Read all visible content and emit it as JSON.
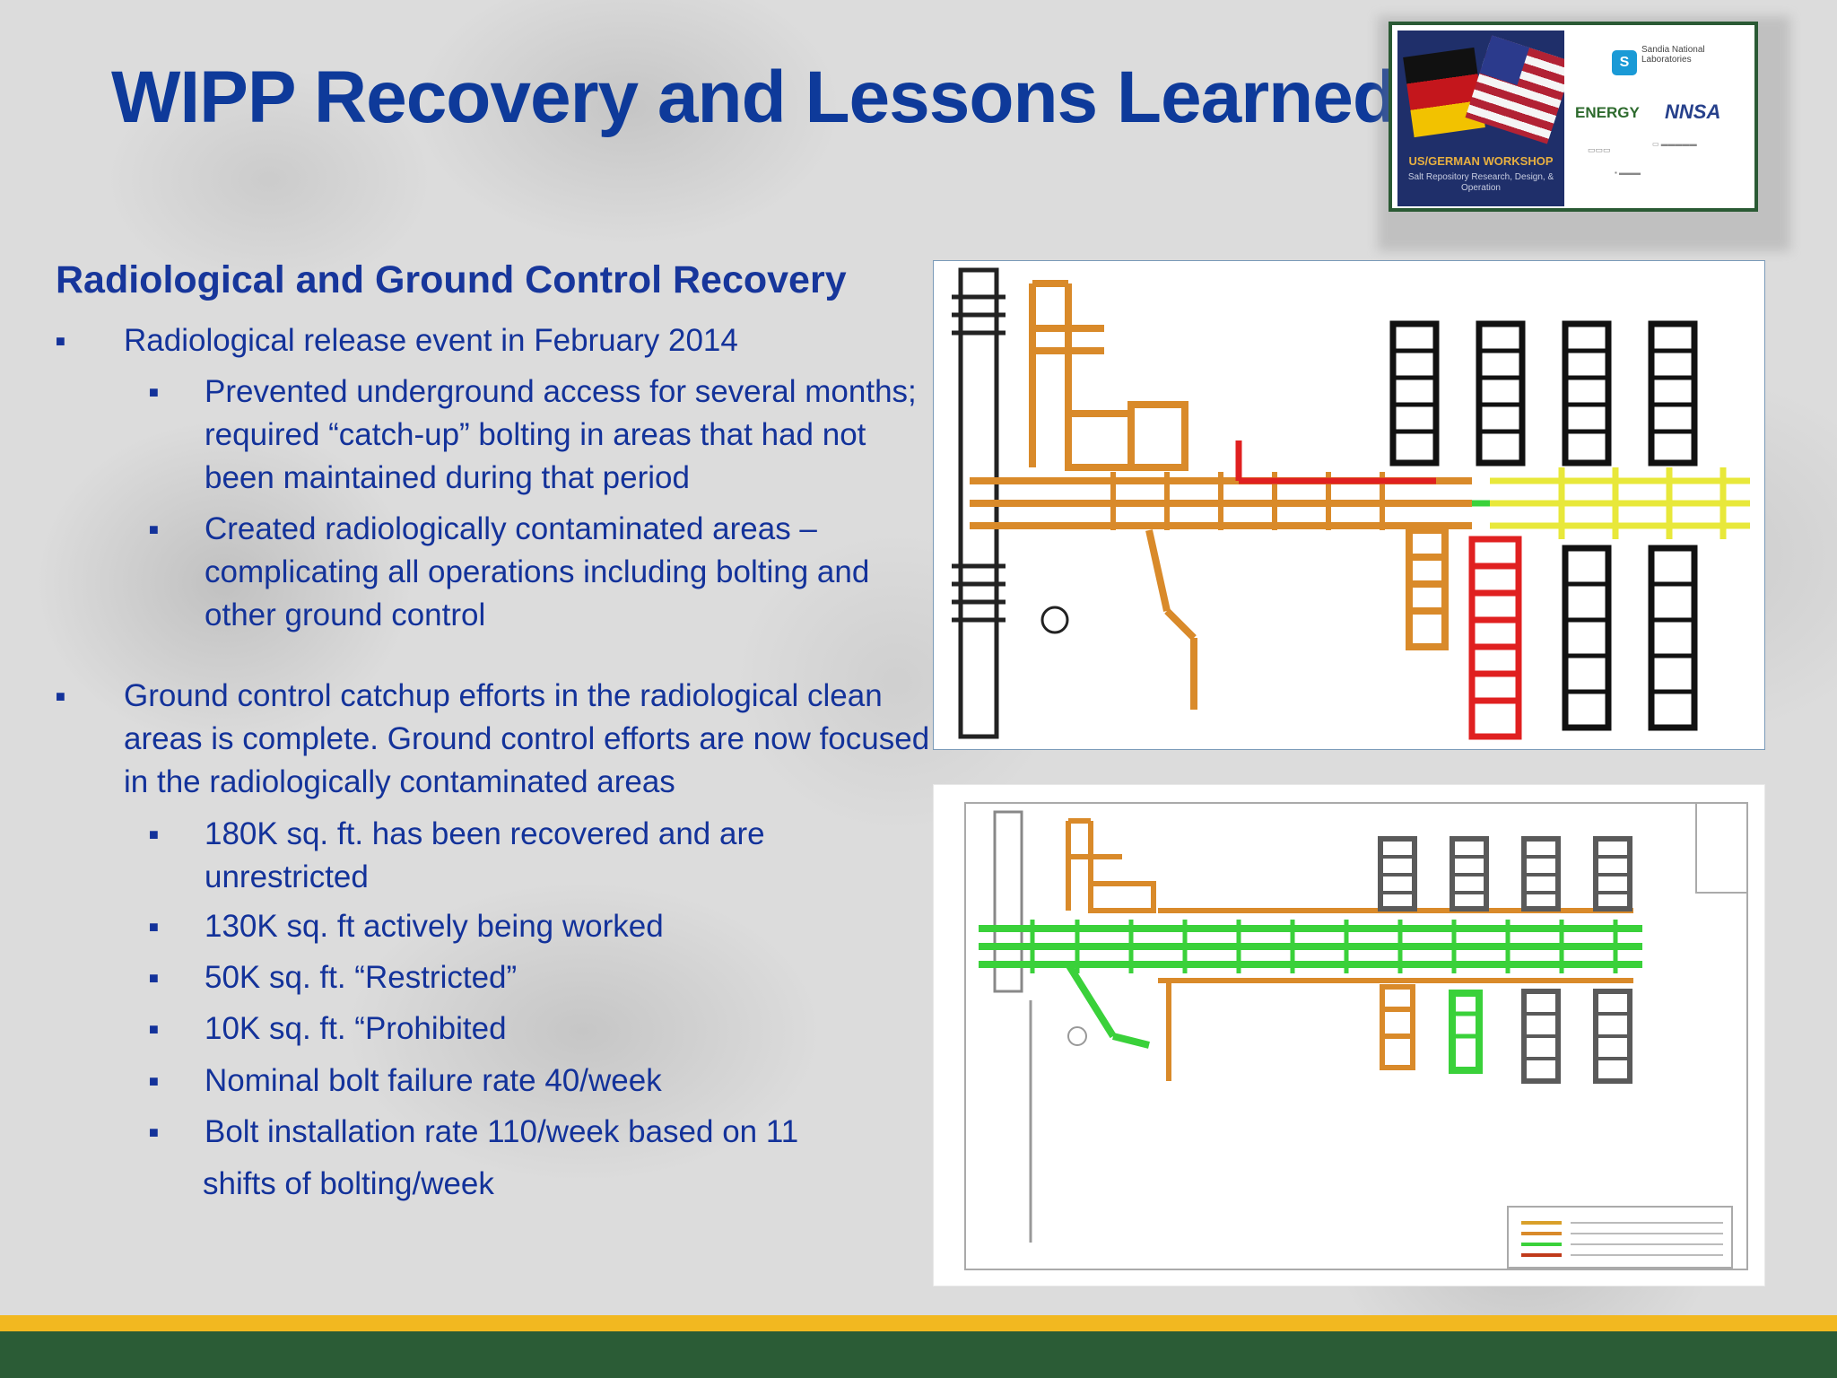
{
  "slide": {
    "title": "WIPP Recovery and Lessons Learned",
    "subheading": "Radiological and Ground Control Recovery",
    "bullets": {
      "b1": "Radiological release event in February 2014",
      "b1a": "Prevented underground access for several months; required “catch-up” bolting in areas that had not been maintained during that period",
      "b1b": "Created radiologically contaminated areas – complicating all operations including bolting and other ground control",
      "b2": "Ground control catchup efforts in the radiological clean areas is complete.  Ground control efforts are now focused in the radiologically contaminated areas",
      "b2a": "180K sq. ft. has been recovered and are unrestricted",
      "b2b": "130K sq. ft actively being worked",
      "b2c": "50K sq. ft. “Restricted”",
      "b2d": "10K  sq. ft. “Prohibited",
      "b2e": "Nominal bolt failure rate 40/week",
      "b2f": "Bolt installation rate 110/week based on 11",
      "b2f_cont": "shifts of bolting/week"
    }
  },
  "logo": {
    "workshop_title": "US/GERMAN WORKSHOP",
    "workshop_subtitle": "Salt Repository Research, Design, & Operation",
    "sandia": "Sandia National Laboratories",
    "energy": "ENERGY",
    "nnsa": "NNSA"
  },
  "colors": {
    "title": "#0e3a9a",
    "text": "#13329a",
    "band_gold": "#f2b820",
    "band_green": "#2b5c36",
    "map_orange": "#d98a2a",
    "map_red": "#e02020",
    "map_yellow": "#e8e83a",
    "map_green": "#3ad13a",
    "map_black": "#111111",
    "map_gray": "#5a5a5a"
  },
  "icons": [
    "bullet-square-icon"
  ]
}
